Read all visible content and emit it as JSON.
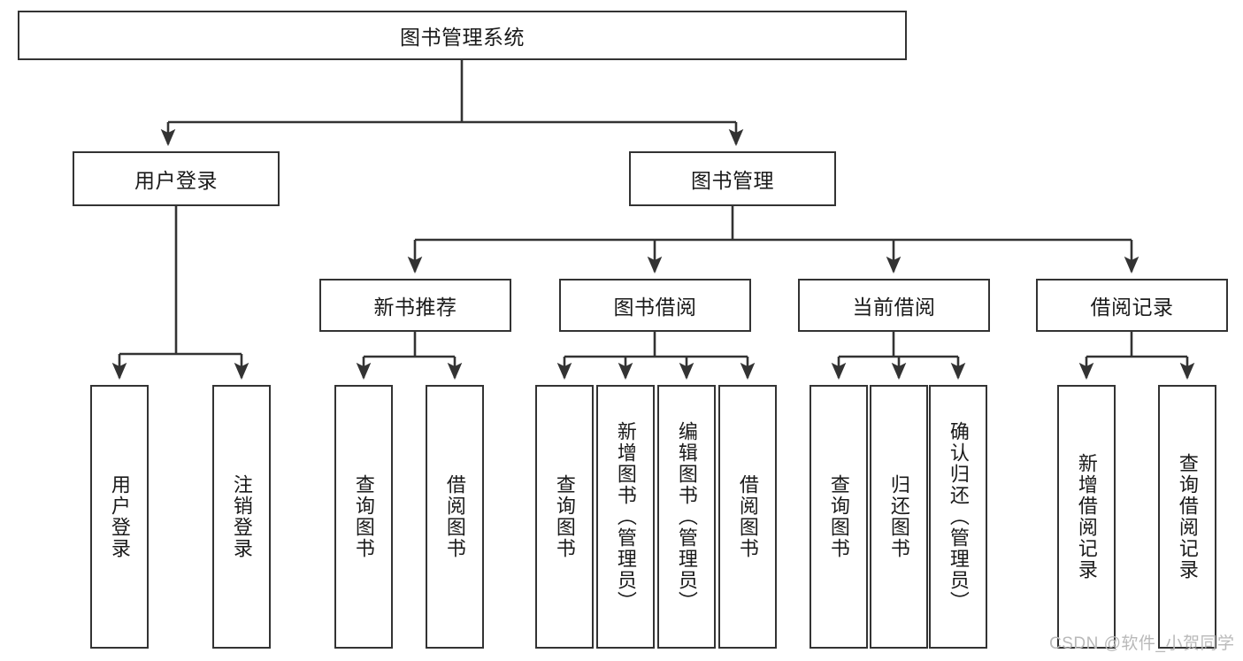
{
  "diagram": {
    "type": "tree",
    "title": "图书管理系统",
    "root": {
      "id": "root",
      "label": "图书管理系统",
      "orientation": "horizontal"
    },
    "level2": [
      {
        "id": "user-login",
        "label": "用户登录",
        "orientation": "horizontal"
      },
      {
        "id": "book-management",
        "label": "图书管理",
        "orientation": "horizontal"
      }
    ],
    "level3": [
      {
        "id": "new-book-recommend",
        "label": "新书推荐",
        "orientation": "horizontal",
        "parent": "book-management"
      },
      {
        "id": "book-borrow",
        "label": "图书借阅",
        "orientation": "horizontal",
        "parent": "book-management"
      },
      {
        "id": "current-borrow",
        "label": "当前借阅",
        "orientation": "horizontal",
        "parent": "book-management"
      },
      {
        "id": "borrow-record",
        "label": "借阅记录",
        "orientation": "horizontal",
        "parent": "book-management"
      }
    ],
    "leaves": {
      "user_login": [
        {
          "id": "leaf-user-login",
          "label": "用户登录"
        },
        {
          "id": "leaf-user-logout",
          "label": "注销登录"
        }
      ],
      "new_book_recommend": [
        {
          "id": "leaf-query-book-1",
          "label": "查询图书"
        },
        {
          "id": "leaf-borrow-book-1",
          "label": "借阅图书"
        }
      ],
      "book_borrow": [
        {
          "id": "leaf-query-book-2",
          "label": "查询图书"
        },
        {
          "id": "leaf-add-book",
          "label": "新增图书（管理员）"
        },
        {
          "id": "leaf-edit-book",
          "label": "编辑图书（管理员）"
        },
        {
          "id": "leaf-borrow-book-2",
          "label": "借阅图书"
        }
      ],
      "current_borrow": [
        {
          "id": "leaf-query-book-3",
          "label": "查询图书"
        },
        {
          "id": "leaf-return-book",
          "label": "归还图书"
        },
        {
          "id": "leaf-confirm-return",
          "label": "确认归还（管理员）"
        }
      ],
      "borrow_record": [
        {
          "id": "leaf-add-record",
          "label": "新增借阅记录"
        },
        {
          "id": "leaf-query-record",
          "label": "查询借阅记录"
        }
      ]
    },
    "colors": {
      "border": "#333333",
      "background": "#ffffff",
      "text": "#1a1a1a",
      "watermark": "#b9b9b9"
    }
  },
  "watermark": {
    "text": "CSDN @软件_小贺同学"
  }
}
